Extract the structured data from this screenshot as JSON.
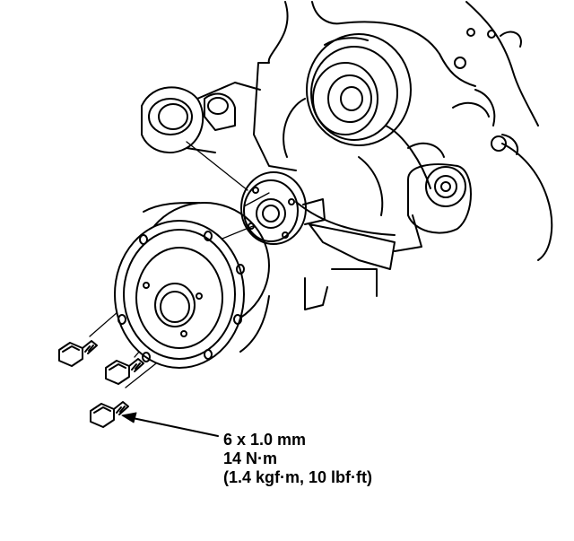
{
  "callout": {
    "bolt_size": "6 x 1.0 mm",
    "torque_nm": "14 N·m",
    "torque_alt": "(1.4 kgf·m, 10 lbf·ft)"
  },
  "colors": {
    "ink": "#000000",
    "paper": "#ffffff"
  }
}
